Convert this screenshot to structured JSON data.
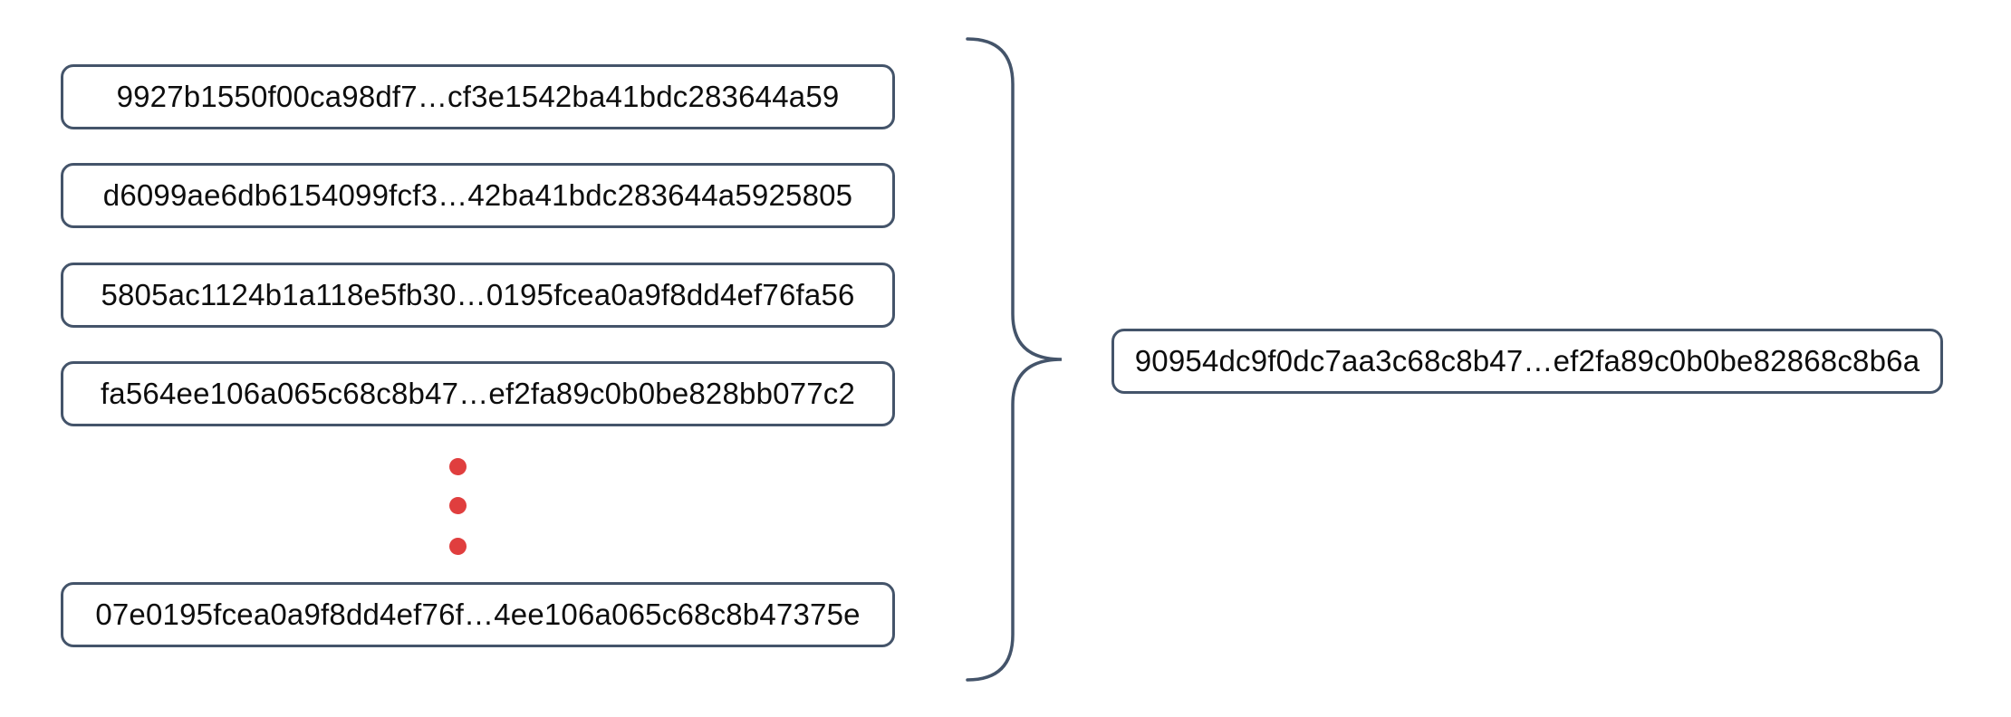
{
  "colors": {
    "outline": "#44546A",
    "dot": "#E03E3E",
    "text": "#0d0d0d",
    "background": "#FFFFFF"
  },
  "diagram": {
    "description": "Many hash blocks combined by a curly brace into one resulting hash block",
    "left_hashes": [
      "9927b1550f00ca98df7…cf3e1542ba41bdc283644a59",
      "d6099ae6db6154099fcf3…42ba41bdc283644a5925805",
      "5805ac1124b1a118e5fb30…0195fcea0a9f8dd4ef76fa56",
      "fa564ee106a065c68c8b47…ef2fa89c0b0be828bb077c2",
      "07e0195fcea0a9f8dd4ef76f…4ee106a065c68c8b47375e"
    ],
    "ellipsis": {
      "dot_count": 3
    },
    "result_hash": "90954dc9f0dc7aa3c68c8b47…ef2fa89c0b0be82868c8b6a"
  }
}
